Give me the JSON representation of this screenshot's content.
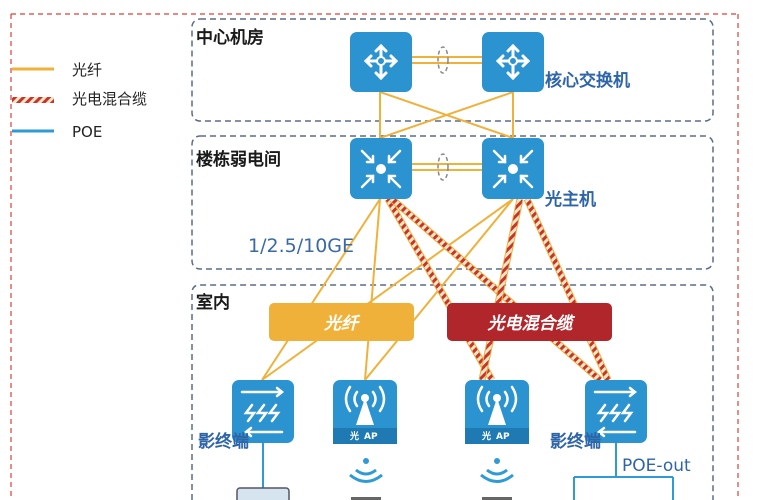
{
  "legend": {
    "items": [
      {
        "label": "光纤",
        "type": "fiber"
      },
      {
        "label": "光电混合缆",
        "type": "hybrid"
      },
      {
        "label": "POE",
        "type": "poe"
      }
    ]
  },
  "zones": {
    "core_room": {
      "title": "中心机房"
    },
    "weak_room": {
      "title": "楼栋弱电间"
    },
    "indoor": {
      "title": "室内"
    }
  },
  "devices": {
    "core_switch_label": "核心交换机",
    "optical_host_label": "光主机",
    "speed_label": "1/2.5/10GE",
    "terminal_left_label": "影终端",
    "terminal_right_label": "影终端",
    "ap_left": {
      "badge": "光",
      "label": "AP"
    },
    "ap_right": {
      "badge": "光",
      "label": "AP"
    }
  },
  "tags": {
    "fiber_tag": "光纤",
    "hybrid_tag": "光电混合缆"
  },
  "poe_out_label": "POE-out",
  "colors": {
    "fiber": "#f0b13a",
    "hybrid_stripe": "#c8332b",
    "poe": "#2e9ad6",
    "device_blue": "#2b93cf",
    "fiber_tag_bg": "#f0b13a",
    "hybrid_tag_bg": "#b0262b",
    "outer_border": "#d9403a",
    "zone_border": "#5b6b8a"
  }
}
